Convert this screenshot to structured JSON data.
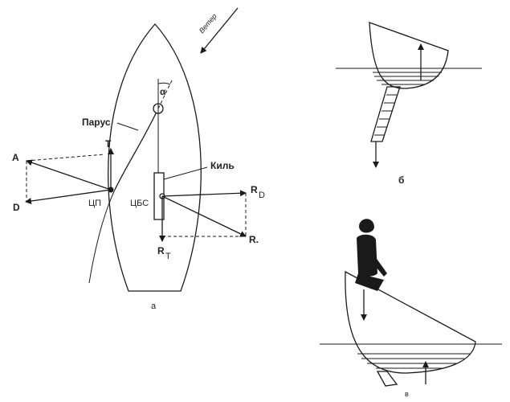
{
  "figure_a": {
    "caption": "а",
    "wind": "Ветер",
    "sail": "Парус",
    "keel": "Киль",
    "angle": "α",
    "force_A": "A",
    "force_T": "T",
    "force_D": "D",
    "point_cp": "ЦП",
    "point_cbs": "ЦБС",
    "force_RD_main": "R",
    "force_RD_sub": "D",
    "force_RT_main": "R",
    "force_RT_sub": "T",
    "force_R": "R."
  },
  "figure_b": {
    "caption": "б"
  },
  "figure_c": {
    "caption": "в"
  }
}
